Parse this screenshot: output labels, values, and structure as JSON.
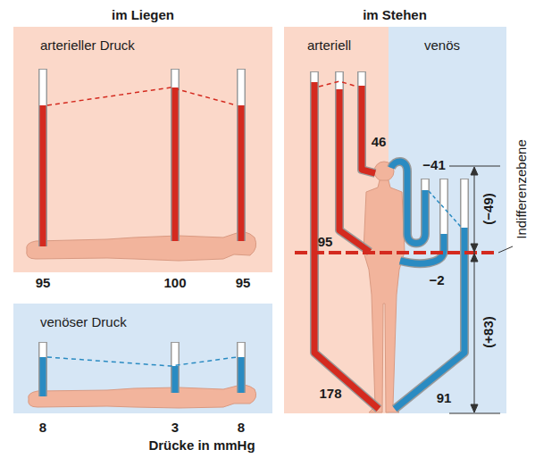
{
  "diagram": {
    "caption": "Drücke in mmHg",
    "nodes": [
      {
        "text": [
          "arterieller Druck"
        ]
      },
      {
        "text": [
          "venöser Druck"
        ]
      },
      {
        "text": [
          "arteriell"
        ]
      },
      {
        "text": [
          "venös"
        ]
      }
    ],
    "labels": [
      "im Liegen",
      "im Stehen",
      "95",
      "100",
      "95",
      "8",
      "3",
      "8",
      "46",
      "−41",
      "95",
      "−2",
      "178",
      "91",
      "(−49)",
      "(+83)",
      "Indifferenzebene"
    ]
  }
}
